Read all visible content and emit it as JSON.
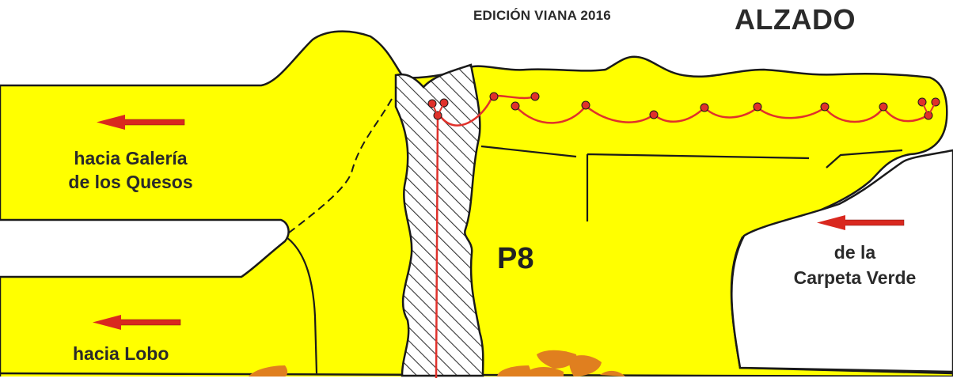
{
  "header": {
    "edition": "EDICIÓN VIANA 2016",
    "title": "ALZADO"
  },
  "labels": {
    "left_upper_line1": "hacia Galería",
    "left_upper_line2": "de los Quesos",
    "left_lower": "hacia Lobo",
    "right_line1": "de la",
    "right_line2": "Carpeta Verde",
    "pitch": "P8"
  },
  "colors": {
    "rock": "#ffff00",
    "outline": "#1a1a1a",
    "rope": "#e0312b",
    "arrow": "#d9281f",
    "boulders": "#e07f1f",
    "hatch": "#333333"
  }
}
